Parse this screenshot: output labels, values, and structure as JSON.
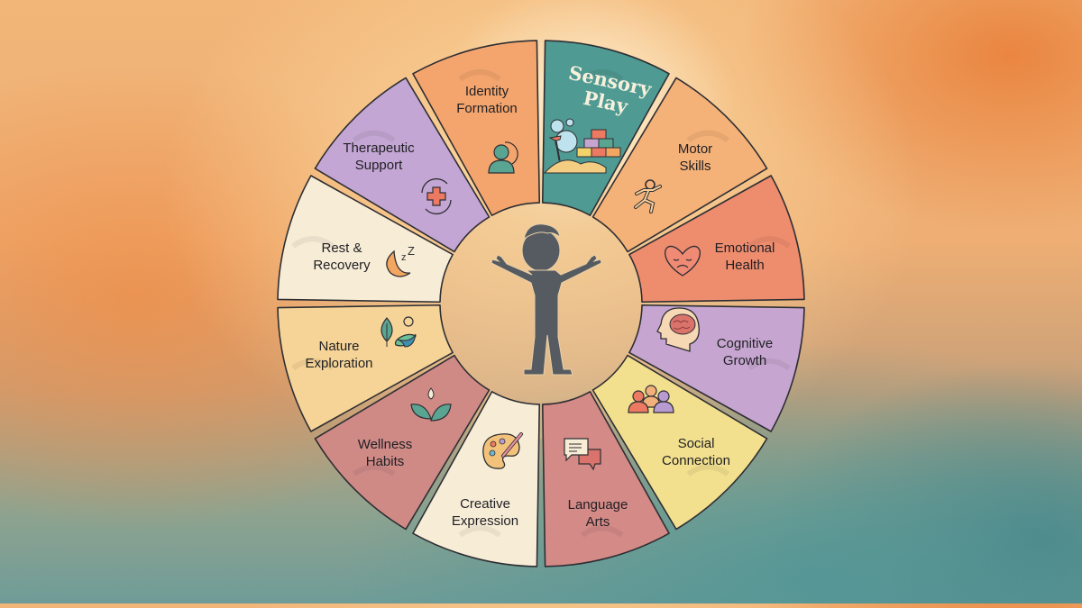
{
  "diagram": {
    "type": "radial-wheel",
    "center_figure": {
      "label": "child silhouette",
      "icon": "child-arms-open-icon",
      "color": "#565b61"
    },
    "segments": [
      {
        "id": "sensory-play",
        "line1": "Sensory",
        "line2": "Play",
        "fill": "#4f9a92",
        "icon": "bubbles-blocks-sandbox-icon",
        "highlighted": true
      },
      {
        "id": "motor-skills",
        "line1": "Motor",
        "line2": "Skills",
        "fill": "#f4b178",
        "icon": "running-figure-icon"
      },
      {
        "id": "emotional-health",
        "line1": "Emotional",
        "line2": "Health",
        "fill": "#ee8c6e",
        "icon": "sad-heart-icon"
      },
      {
        "id": "cognitive-growth",
        "line1": "Cognitive",
        "line2": "Growth",
        "fill": "#c6a6d0",
        "icon": "brain-head-icon"
      },
      {
        "id": "social-connection",
        "line1": "Social",
        "line2": "Connection",
        "fill": "#f2e08e",
        "icon": "people-group-icon"
      },
      {
        "id": "language-arts",
        "line1": "Language",
        "line2": "Arts",
        "fill": "#d48a86",
        "icon": "speech-bubbles-icon"
      },
      {
        "id": "creative-expression",
        "line1": "Creative",
        "line2": "Expression",
        "fill": "#f7ecd6",
        "icon": "paint-palette-icon"
      },
      {
        "id": "wellness-habits",
        "line1": "Wellness",
        "line2": "Habits",
        "fill": "#cf8a86",
        "icon": "sprout-drop-icon"
      },
      {
        "id": "nature-exploration",
        "line1": "Nature",
        "line2": "Exploration",
        "fill": "#f6d497",
        "icon": "leaf-landscape-icon"
      },
      {
        "id": "rest-recovery",
        "line1": "Rest &",
        "line2": "Recovery",
        "fill": "#f7ecd6",
        "icon": "moon-zzz-icon"
      },
      {
        "id": "therapeutic-support",
        "line1": "Therapeutic",
        "line2": "Support",
        "fill": "#c3a6d3",
        "icon": "medical-cross-cycle-icon"
      },
      {
        "id": "identity-formation",
        "line1": "Identity",
        "line2": "Formation",
        "fill": "#f4a56d",
        "icon": "person-profile-icon"
      }
    ],
    "colors": {
      "outline": "#2e2e33",
      "icon_teal": "#5aa592",
      "icon_coral": "#ec7a62",
      "icon_orange": "#f2a660",
      "icon_purple": "#b89bd1"
    }
  }
}
